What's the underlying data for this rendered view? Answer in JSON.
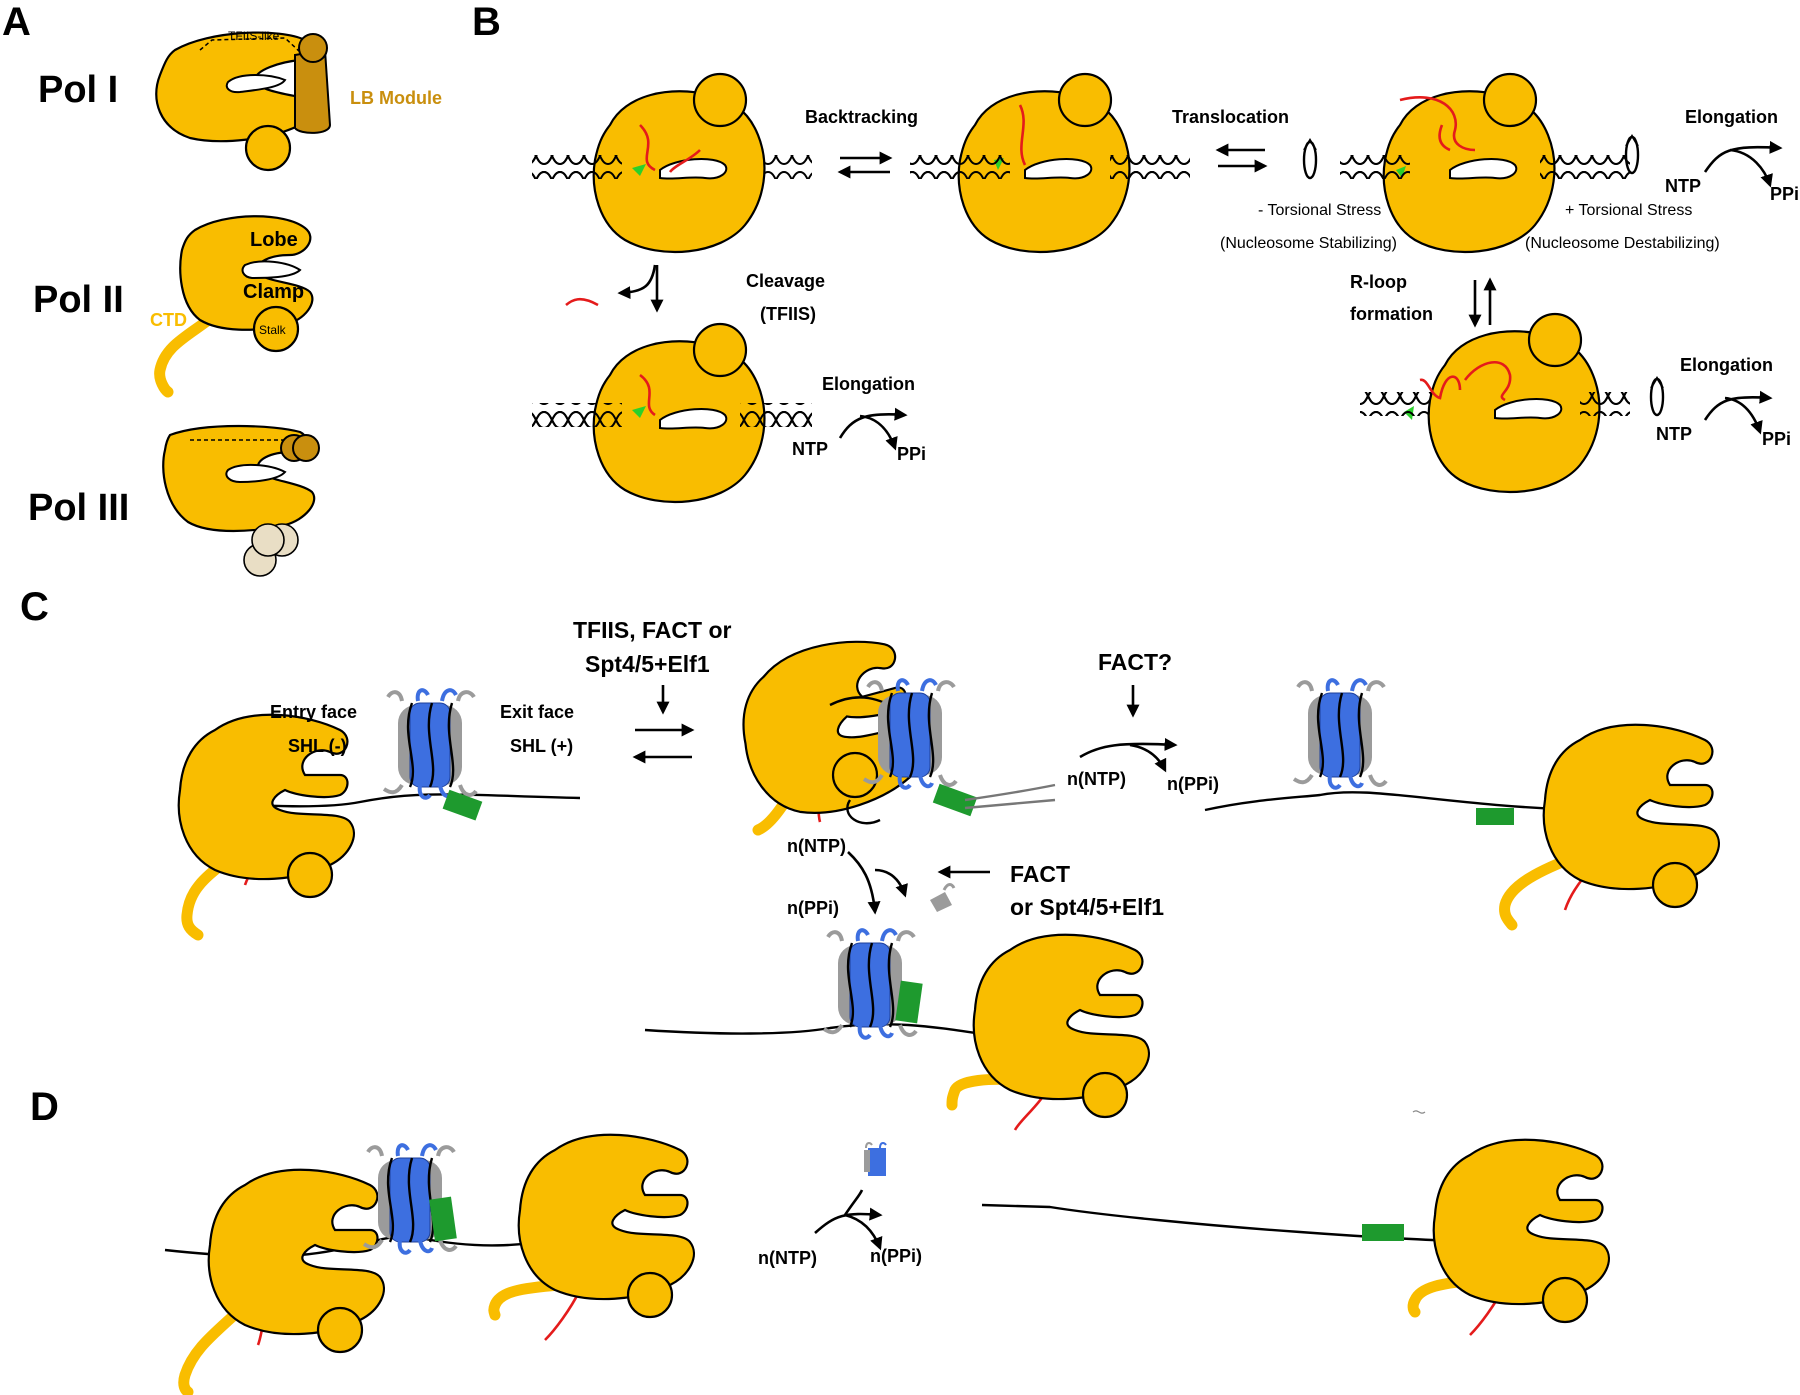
{
  "panels": {
    "a": "A",
    "b": "B",
    "c": "C",
    "d": "D"
  },
  "panel_a": {
    "pol1": "Pol I",
    "pol2": "Pol II",
    "pol3": "Pol III",
    "tfiis_like": "TFIIS-like",
    "lb_module": "LB Module",
    "lobe": "Lobe",
    "clamp": "Clamp",
    "stalk": "Stalk",
    "ctd": "CTD"
  },
  "panel_b": {
    "backtracking": "Backtracking",
    "translocation": "Translocation",
    "elongation_1": "Elongation",
    "elongation_2": "Elongation",
    "elongation_3": "Elongation",
    "cleavage": "Cleavage",
    "tfiis": "(TFIIS)",
    "neg_torsional": "- Torsional Stress",
    "neg_note": "(Nucleosome Stabilizing)",
    "pos_torsional": "+ Torsional Stress",
    "pos_note": "(Nucleosome Destabilizing)",
    "rloop_1": "R-loop",
    "rloop_2": "formation",
    "ntp": "NTP",
    "ppi": "PPi"
  },
  "panel_c": {
    "factors_1": "TFIIS, FACT or",
    "factors_2": "Spt4/5+Elf1",
    "entry_face": "Entry  face",
    "entry_shl": "SHL (-)",
    "exit_face": "Exit  face",
    "exit_shl": "SHL (+)",
    "fact_q": "FACT?",
    "n_ntp": "n(NTP)",
    "n_ppi": "n(PPi)",
    "fact_2": "FACT",
    "factors_3": "or Spt4/5+Elf1"
  },
  "panel_d": {
    "n_ntp": "n(NTP)",
    "n_ppi": "n(PPi)"
  },
  "colors": {
    "polymerase": "#F9BD00",
    "lb_module": "#C98F0E",
    "rna": "#E41B1B",
    "histone_blue": "#3D6FE0",
    "histone_gray": "#9B9B9B",
    "marker_green": "#1E9A2E"
  }
}
